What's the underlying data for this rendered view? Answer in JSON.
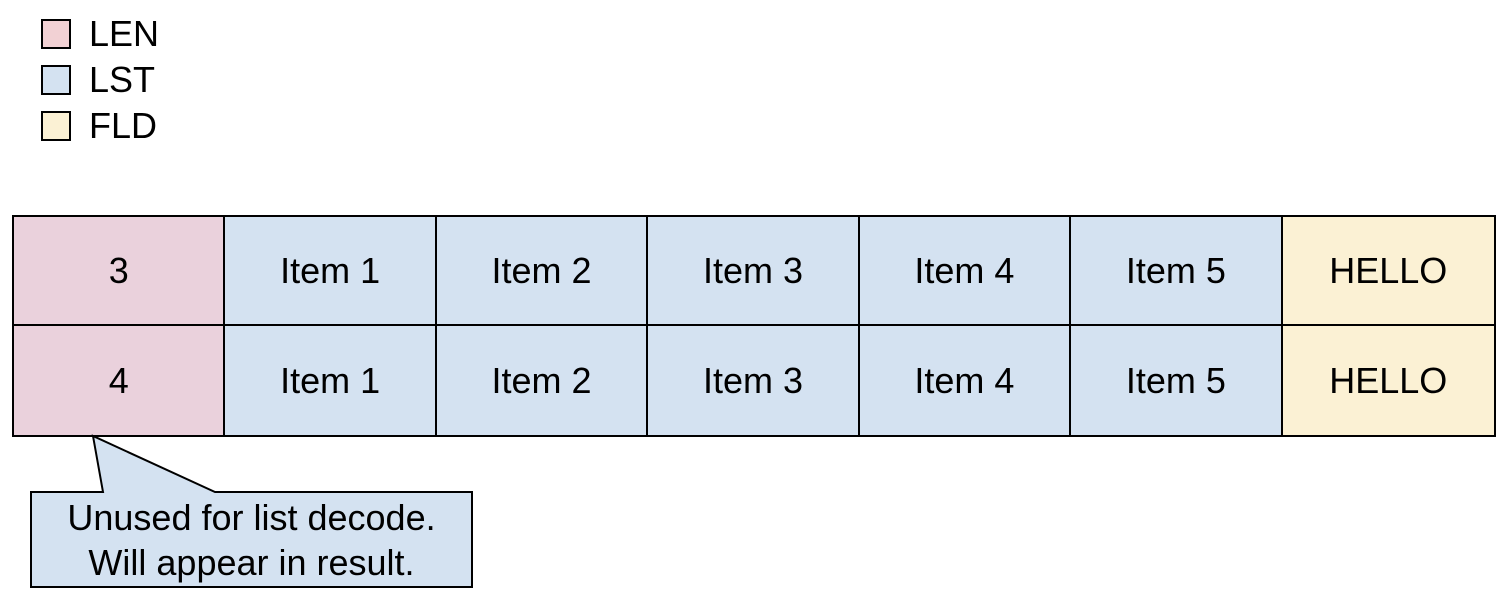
{
  "legend": {
    "items": [
      {
        "id": "len",
        "label": "LEN",
        "color": "#f2d1d4"
      },
      {
        "id": "lst",
        "label": "LST",
        "color": "#d4e2f1"
      },
      {
        "id": "fld",
        "label": "FLD",
        "color": "#fbf1d4"
      }
    ]
  },
  "table": {
    "rows": [
      {
        "len": "3",
        "items": [
          "Item 1",
          "Item 2",
          "Item 3",
          "Item 4",
          "Item 5"
        ],
        "field": "HELLO"
      },
      {
        "len": "4",
        "items": [
          "Item 1",
          "Item 2",
          "Item 3",
          "Item 4",
          "Item 5"
        ],
        "field": "HELLO"
      }
    ]
  },
  "callout": {
    "line1": "Unused for list decode.",
    "line2": "Will appear in result."
  },
  "colors": {
    "len_cell": "#ead1dc",
    "lst_cell": "#d4e2f1",
    "fld_cell": "#fbf1d4",
    "callout_fill": "#d4e2f1",
    "border": "#000000",
    "background": "#ffffff"
  }
}
